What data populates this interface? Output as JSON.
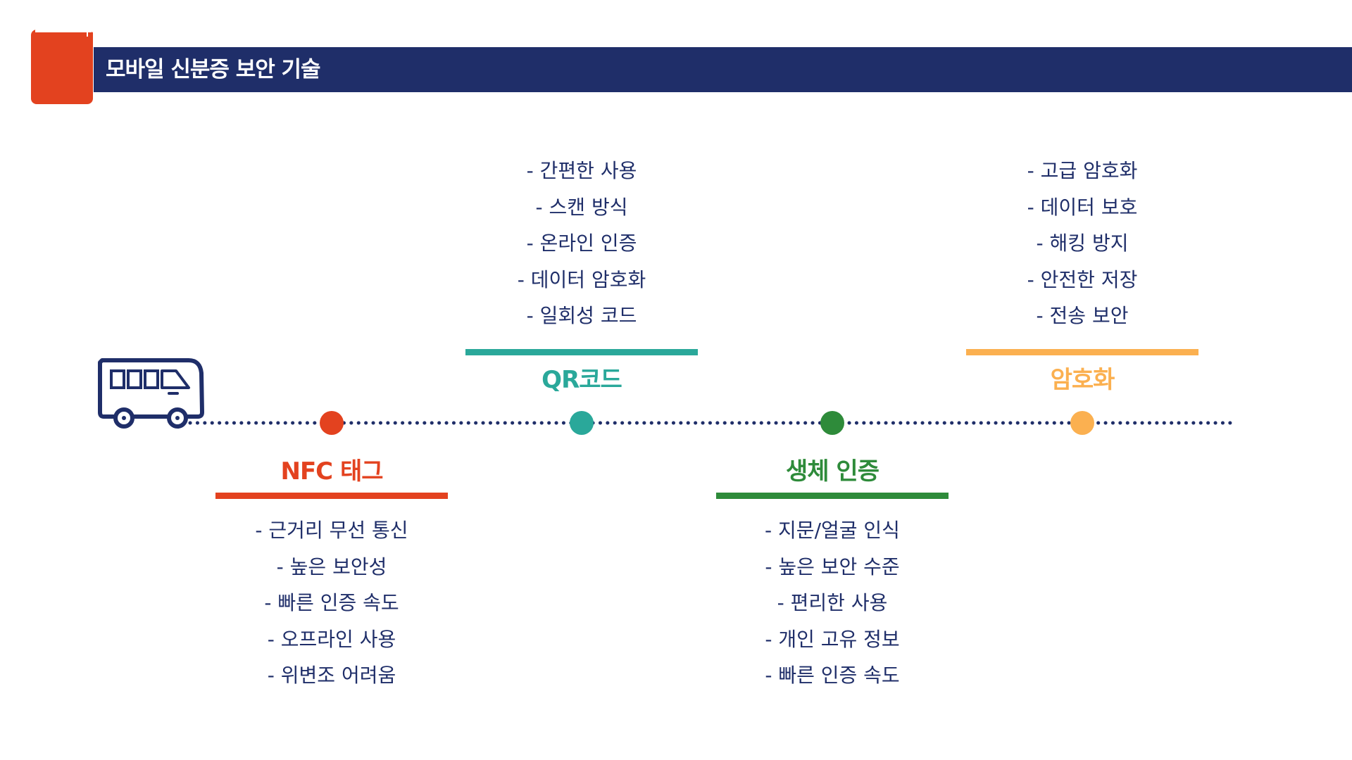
{
  "header": {
    "title": "모바일 신분증 보안 기술",
    "bar_color": "#1f2e69",
    "icon": "book-icon",
    "icon_color": "#e3421f"
  },
  "timeline": {
    "start_icon": "bus-icon",
    "icon_color": "#1f2e69",
    "dot_color": "#1f2e69"
  },
  "stages": [
    {
      "title": "NFC 태그",
      "color": "#e3421f",
      "items": [
        "- 근거리 무선 통신",
        "- 높은 보안성",
        "- 빠른 인증 속도",
        "- 오프라인 사용",
        "- 위변조 어려움"
      ]
    },
    {
      "title": "QR코드",
      "color": "#2aa89a",
      "items": [
        "- 간편한 사용",
        "- 스캔 방식",
        "- 온라인 인증",
        "- 데이터 암호화",
        "- 일회성 코드"
      ]
    },
    {
      "title": "생체 인증",
      "color": "#2e8b3a",
      "items": [
        "- 지문/얼굴 인식",
        "- 높은 보안 수준",
        "- 편리한 사용",
        "- 개인 고유 정보",
        "- 빠른 인증 속도"
      ]
    },
    {
      "title": "암호화",
      "color": "#fbb050",
      "items": [
        "- 고급 암호화",
        "- 데이터 보호",
        "- 해킹 방지",
        "- 안전한 저장",
        "- 전송 보안"
      ]
    }
  ]
}
